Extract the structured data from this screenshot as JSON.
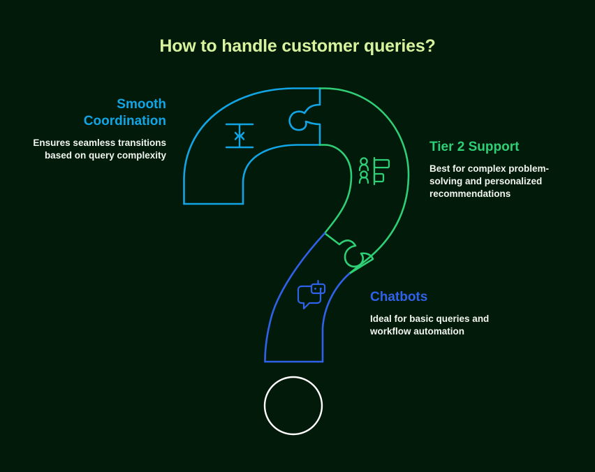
{
  "page": {
    "title": "How to handle customer queries?",
    "background_color": "#011a09"
  },
  "colors": {
    "title": "#d9f29e",
    "smooth_coordination": "#12a5e5",
    "tier2_support": "#2fcf77",
    "chatbots": "#2f62e8",
    "body_text": "#f2f5f0",
    "dot_outline": "#ffffff"
  },
  "graphic": {
    "shape": "question-mark",
    "style": "jigsaw-puzzle-outline",
    "segments": [
      {
        "id": "smooth-coordination",
        "color": "#12a5e5",
        "icon": "compress-vertical-icon"
      },
      {
        "id": "tier2-support",
        "color": "#2fcf77",
        "icon": "org-chart-people-icon"
      },
      {
        "id": "chatbots",
        "color": "#2f62e8",
        "icon": "chatbot-speech-bubble-icon"
      }
    ],
    "dot": {
      "color": "#ffffff",
      "shape": "circle"
    }
  },
  "sections": [
    {
      "id": "smooth-coordination",
      "heading": "Smooth Coordination",
      "body": "Ensures seamless transitions based on query complexity",
      "color": "#12a5e5",
      "icon": "compress-vertical-icon",
      "align": "right"
    },
    {
      "id": "tier2-support",
      "heading": "Tier 2 Support",
      "body": "Best for complex problem-solving and personalized recommendations",
      "color": "#2fcf77",
      "icon": "org-chart-people-icon",
      "align": "left"
    },
    {
      "id": "chatbots",
      "heading": "Chatbots",
      "body": "Ideal for basic queries and workflow automation",
      "color": "#2f62e8",
      "icon": "chatbot-speech-bubble-icon",
      "align": "left"
    }
  ]
}
